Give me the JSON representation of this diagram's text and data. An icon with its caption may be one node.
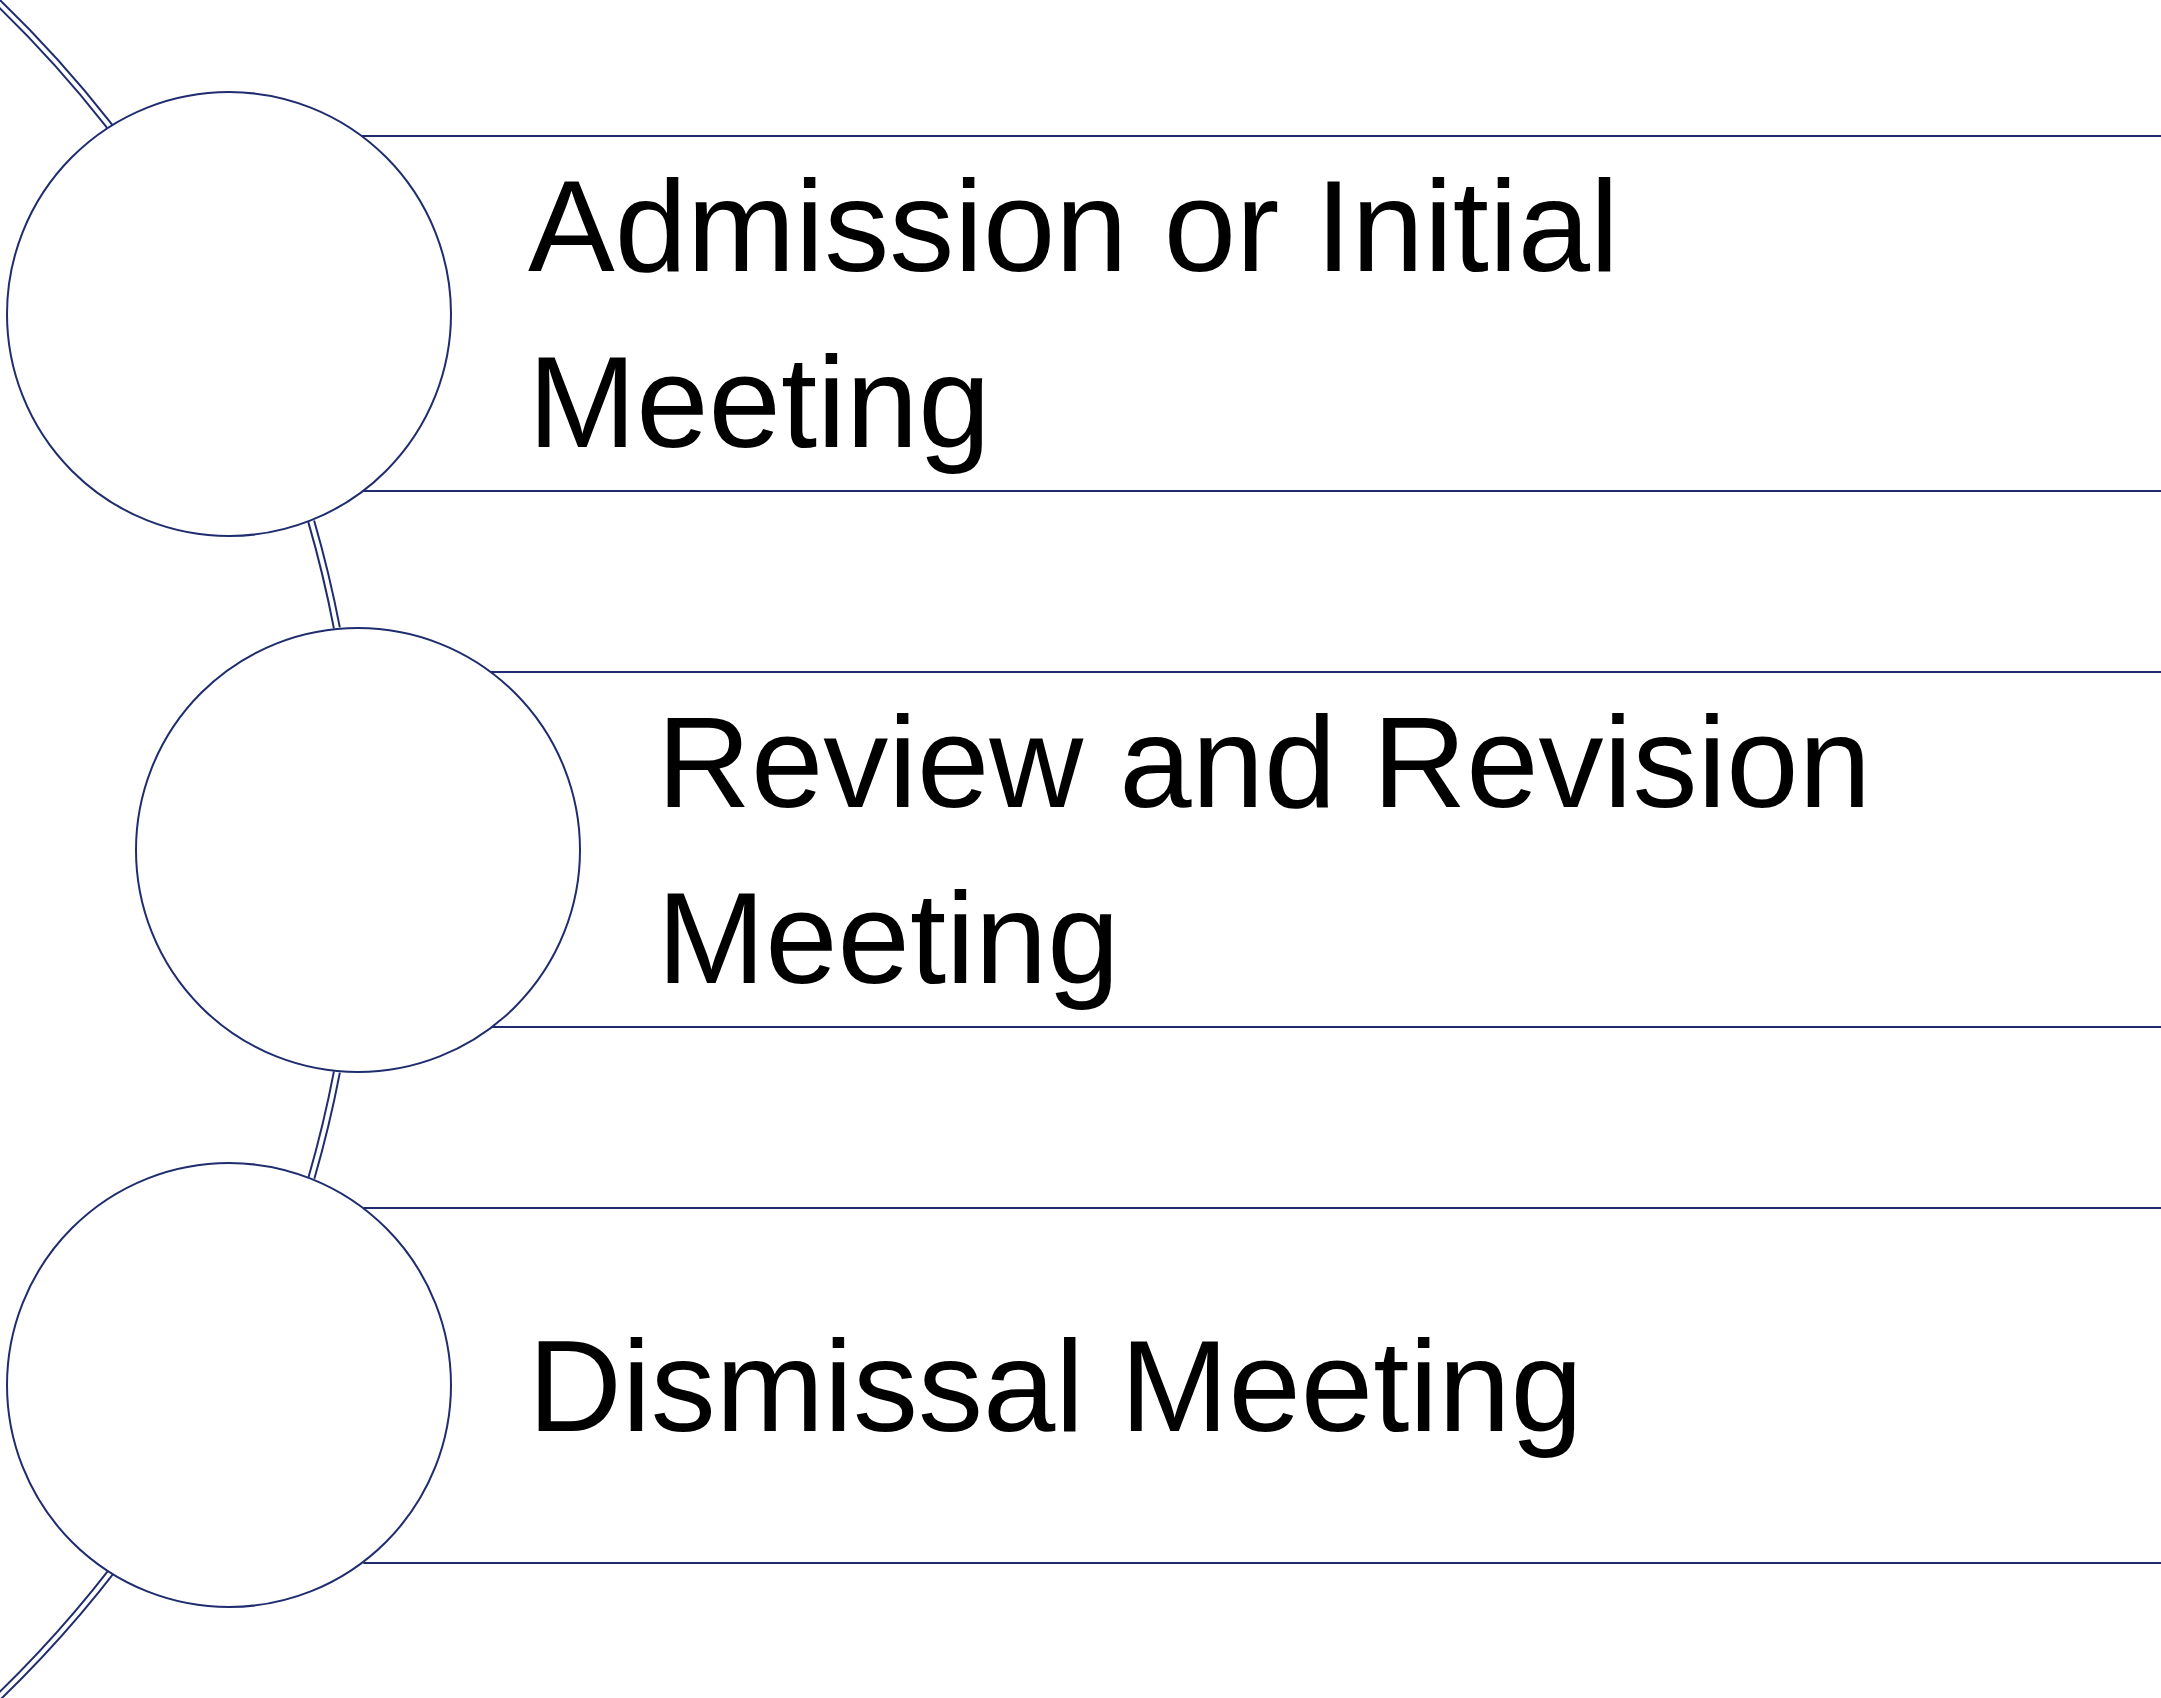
{
  "diagram": {
    "nodes": [
      {
        "text": [],
        "shape": "circle"
      },
      {
        "text": [
          "Admission or Initial Meeting"
        ]
      },
      {
        "text": [],
        "shape": "circle"
      },
      {
        "text": [
          "Review and Revision Meeting"
        ]
      },
      {
        "text": [],
        "shape": "circle"
      },
      {
        "text": [
          "Dismissal Meeting"
        ]
      }
    ],
    "edges": [
      {
        "from": 0,
        "to": 2,
        "arrow": "none"
      },
      {
        "from": 2,
        "to": 4,
        "arrow": "none"
      }
    ]
  }
}
